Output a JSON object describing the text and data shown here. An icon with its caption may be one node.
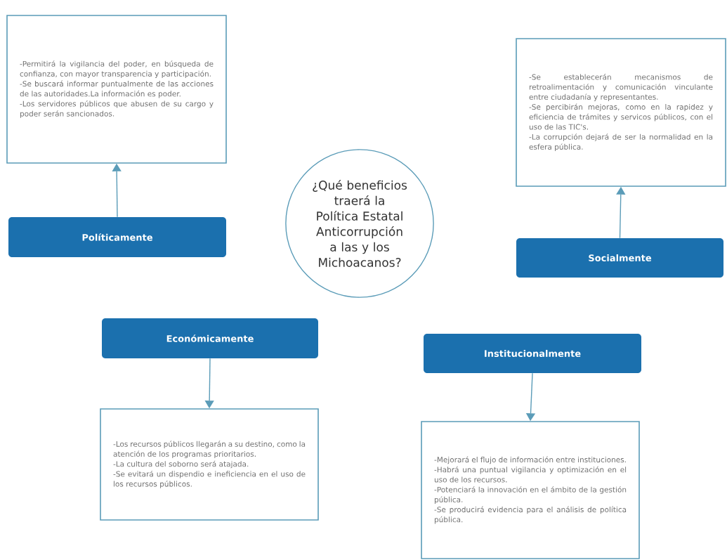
{
  "diagram": {
    "nodes": [
      {
        "text": [
          "-Permitirá la vigilancia del poder, en búsqueda de confianza, con mayor transparencia y participación.",
          "-Se buscará informar puntualmente de las acciones de las autoridades.La información es poder.",
          "-Los servidores públicos que abusen de su cargo y poder serán sancionados."
        ]
      },
      {
        "text": [
          "-Se establecerán mecanismos de retroalimentación y comunicación vinculante entre ciudadanía y representantes.",
          "-Se percibirán mejoras, como en la rapidez y eficiencia de trámites y servicos públicos, con el uso de las TIC's.",
          "-La corrupción dejará de ser la normalidad en la esfera pública."
        ]
      },
      {
        "text": [
          "¿Qué beneficios traerá la Política Estatal Anticorrupción a las y los Michoacanos?"
        ]
      },
      {
        "text": [
          "Políticamente"
        ]
      },
      {
        "text": [
          "Socialmente"
        ]
      },
      {
        "text": [
          "Económicamente"
        ]
      },
      {
        "text": [
          "Institucionalmente"
        ]
      },
      {
        "text": [
          "-Los recursos públicos llegarán a su destino, como la atención de los programas prioritarios.",
          "-La cultura del soborno será atajada.",
          "-Se evitará un dispendio e ineficiencia en el uso de los recursos públicos."
        ]
      },
      {
        "text": [
          "-Mejorará el flujo de información entre instituciones.",
          "-Habrá una puntual vigilancia y optimización en el uso de los recursos.",
          "-Potenciará la innovación en el ámbito de la gestión pública.",
          "-Se producirá evidencia para el análisis de política pública."
        ]
      }
    ],
    "edges": [
      {
        "from": 3,
        "to": 0,
        "arrow": "to"
      },
      {
        "from": 4,
        "to": 1,
        "arrow": "to"
      },
      {
        "from": 5,
        "to": 7,
        "arrow": "to"
      },
      {
        "from": 6,
        "to": 8,
        "arrow": "to"
      }
    ]
  }
}
